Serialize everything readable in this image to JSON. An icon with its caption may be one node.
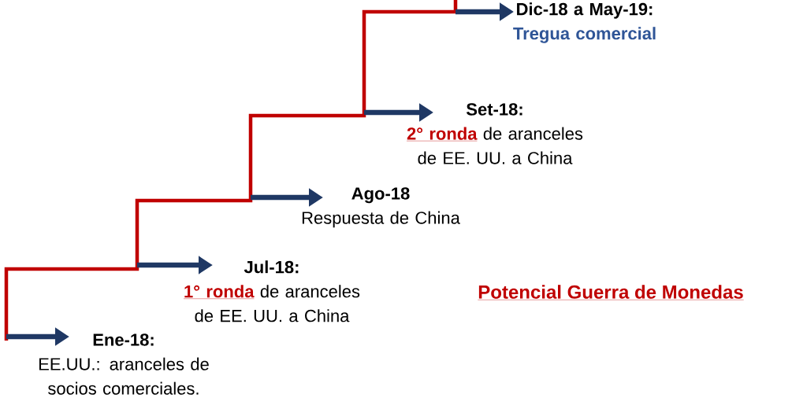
{
  "diagram": {
    "nodes": [
      {
        "text": [
          "Ene-18:",
          "EE.UU.: aranceles de socios comerciales."
        ]
      },
      {
        "text": [
          "Jul-18:",
          "1° ronda",
          "de aranceles de EE. UU. a China"
        ]
      },
      {
        "text": [
          "Ago-18",
          "Respuesta de China"
        ]
      },
      {
        "text": [
          "Set-18:",
          "2° ronda",
          "de aranceles de EE. UU. a China"
        ]
      },
      {
        "text": [
          "Dic-18 a May-19:",
          "Tregua comercial"
        ]
      }
    ],
    "edges": [
      {
        "from": null,
        "to": 0,
        "arrow": "to"
      },
      {
        "from": null,
        "to": 1,
        "arrow": "to"
      },
      {
        "from": null,
        "to": 2,
        "arrow": "to"
      },
      {
        "from": null,
        "to": 3,
        "arrow": "to"
      },
      {
        "from": null,
        "to": 4,
        "arrow": "to"
      }
    ],
    "labels": [
      "Potencial Guerra de Monedas"
    ]
  }
}
